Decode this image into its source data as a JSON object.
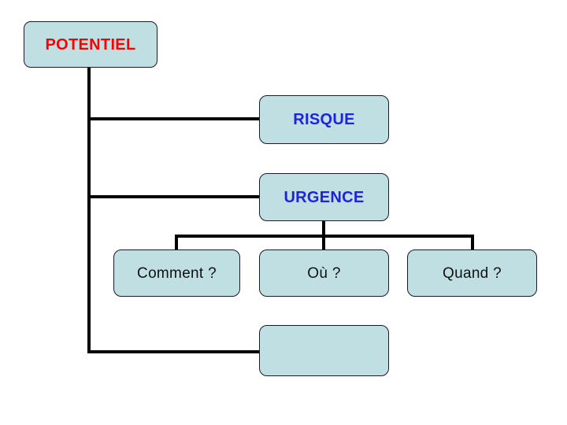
{
  "diagram": {
    "title": "POTENTIEL risk breakdown tree",
    "background_color": "#ffffff",
    "node_fill_color": "#bfdfe3",
    "node_border_color": "#1a1a2e",
    "connector_color": "#000000",
    "nodes": [
      {
        "id": "potentiel",
        "label": "POTENTIEL",
        "text_color": "#ff0000",
        "level": 0
      },
      {
        "id": "risque",
        "label": "RISQUE",
        "text_color": "#2222dd",
        "level": 1
      },
      {
        "id": "urgence",
        "label": "URGENCE",
        "text_color": "#2222dd",
        "level": 1
      },
      {
        "id": "comment",
        "label": "Comment ?",
        "text_color": "#111111",
        "level": 2
      },
      {
        "id": "ou",
        "label": "Où ?",
        "text_color": "#111111",
        "level": 2
      },
      {
        "id": "quand",
        "label": "Quand ?",
        "text_color": "#111111",
        "level": 2
      },
      {
        "id": "empty",
        "label": "",
        "text_color": "#111111",
        "level": 1
      }
    ],
    "edges": [
      {
        "from": "potentiel",
        "to": "risque"
      },
      {
        "from": "potentiel",
        "to": "urgence"
      },
      {
        "from": "potentiel",
        "to": "empty"
      },
      {
        "from": "urgence",
        "to": "comment"
      },
      {
        "from": "urgence",
        "to": "ou"
      },
      {
        "from": "urgence",
        "to": "quand"
      }
    ]
  }
}
